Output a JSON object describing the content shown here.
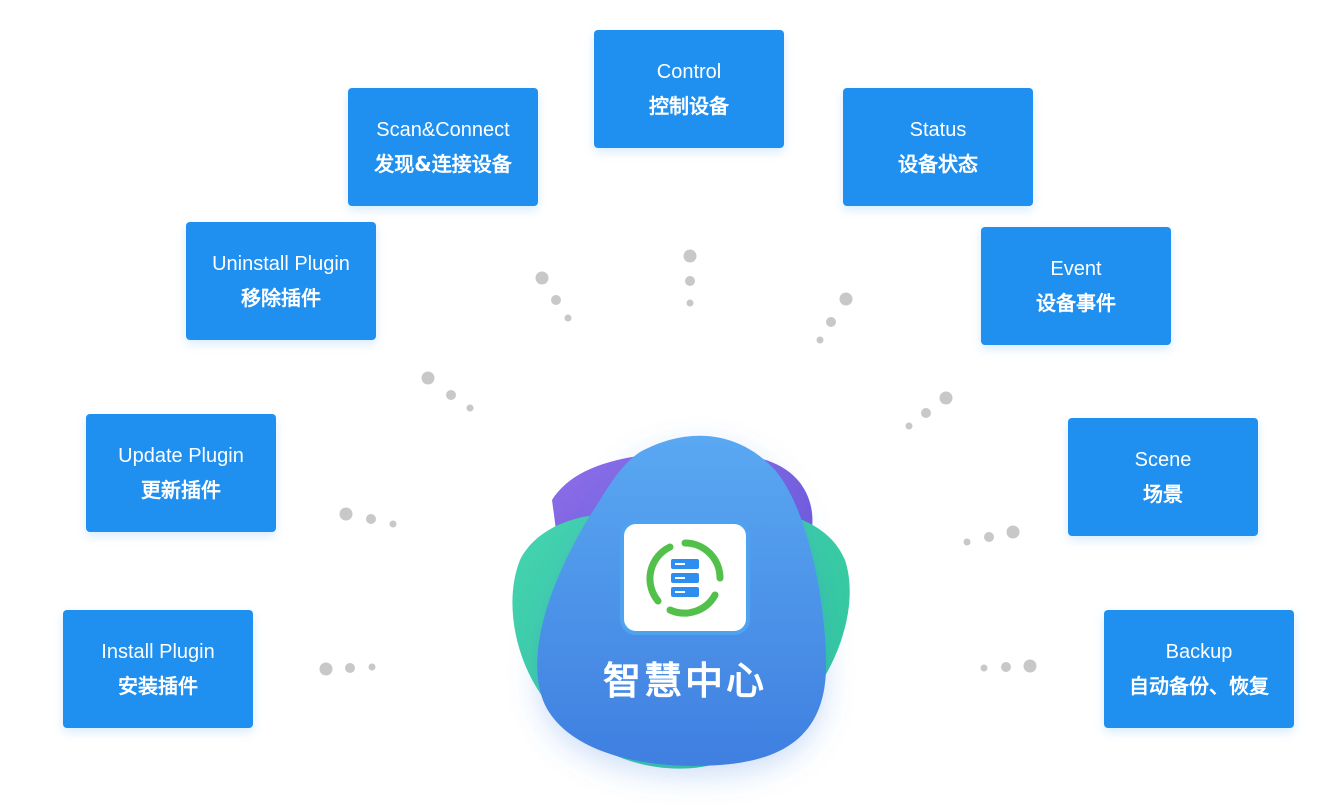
{
  "hub": {
    "title": "智慧中心",
    "colors": {
      "main": "#4d96ea",
      "purple": "#7e5fe0",
      "green": "#3fd8a6",
      "icon_ring": "#52c04a",
      "icon_stack": "#2e8ef0"
    }
  },
  "features": [
    {
      "en": "Control",
      "zh": "控制设备"
    },
    {
      "en": "Scan&Connect",
      "zh": "发现&连接设备"
    },
    {
      "en": "Status",
      "zh": "设备状态"
    },
    {
      "en": "Uninstall Plugin",
      "zh": "移除插件"
    },
    {
      "en": "Event",
      "zh": "设备事件"
    },
    {
      "en": "Update Plugin",
      "zh": "更新插件"
    },
    {
      "en": "Scene",
      "zh": "场景"
    },
    {
      "en": "Install Plugin",
      "zh": "安装插件"
    },
    {
      "en": "Backup",
      "zh": "自动备份、恢复"
    }
  ],
  "style": {
    "box_color": "#1f8ff0",
    "dot_color": "#c8c8c8"
  }
}
